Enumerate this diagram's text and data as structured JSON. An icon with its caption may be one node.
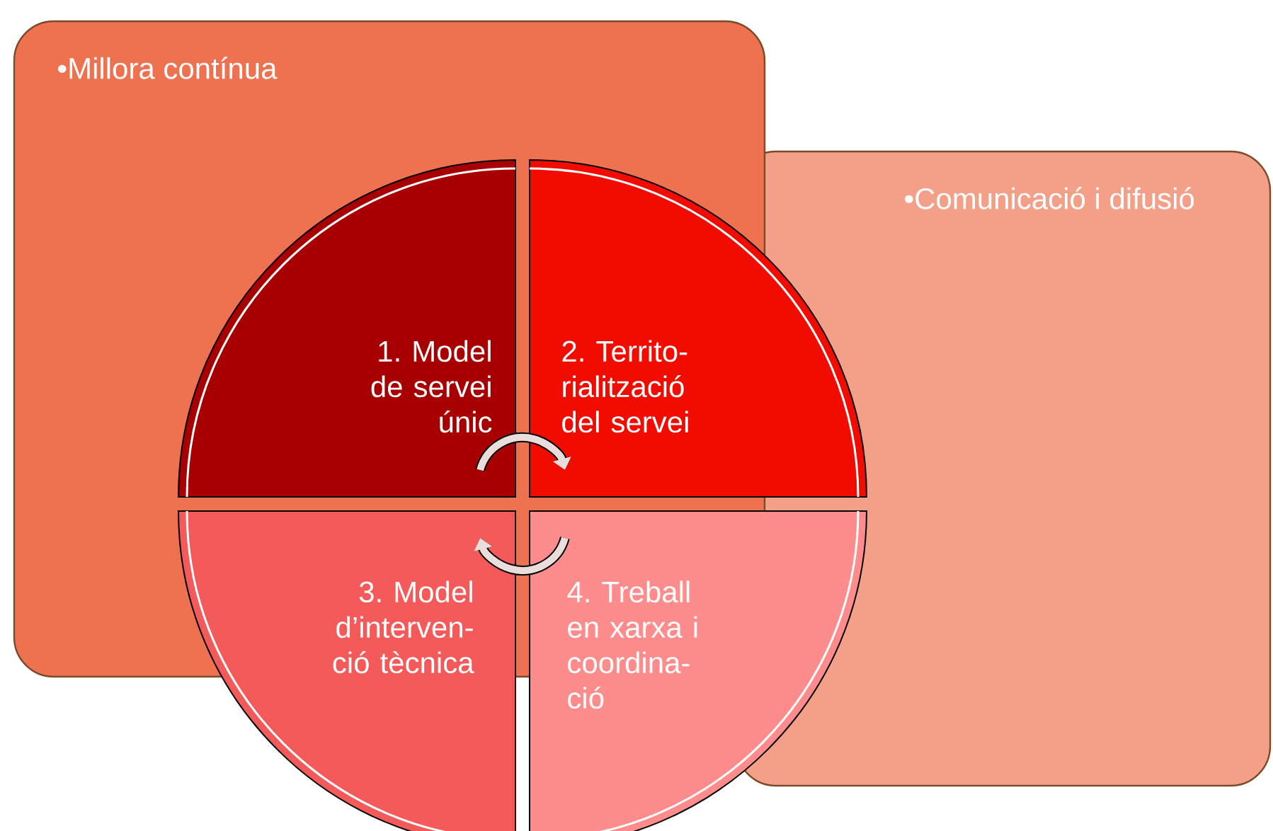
{
  "diagram": {
    "nodes": [
      {
        "text": [
          "•Millora contínua"
        ]
      },
      {
        "text": [
          "•Comunicació i difusió"
        ]
      },
      {
        "text": [
          "1. Model de servei únic"
        ],
        "in": 0
      },
      {
        "text": [
          "2. Territo-rialització del servei"
        ]
      },
      {
        "text": [
          "3. Model d’interven-ció tècnica"
        ]
      },
      {
        "text": [
          "4. Treball en xarxa i coordina-ció"
        ]
      }
    ],
    "edges": [
      {
        "from": 2,
        "to": 3,
        "arrow": "to"
      },
      {
        "from": 5,
        "to": 4,
        "arrow": "to"
      }
    ]
  }
}
